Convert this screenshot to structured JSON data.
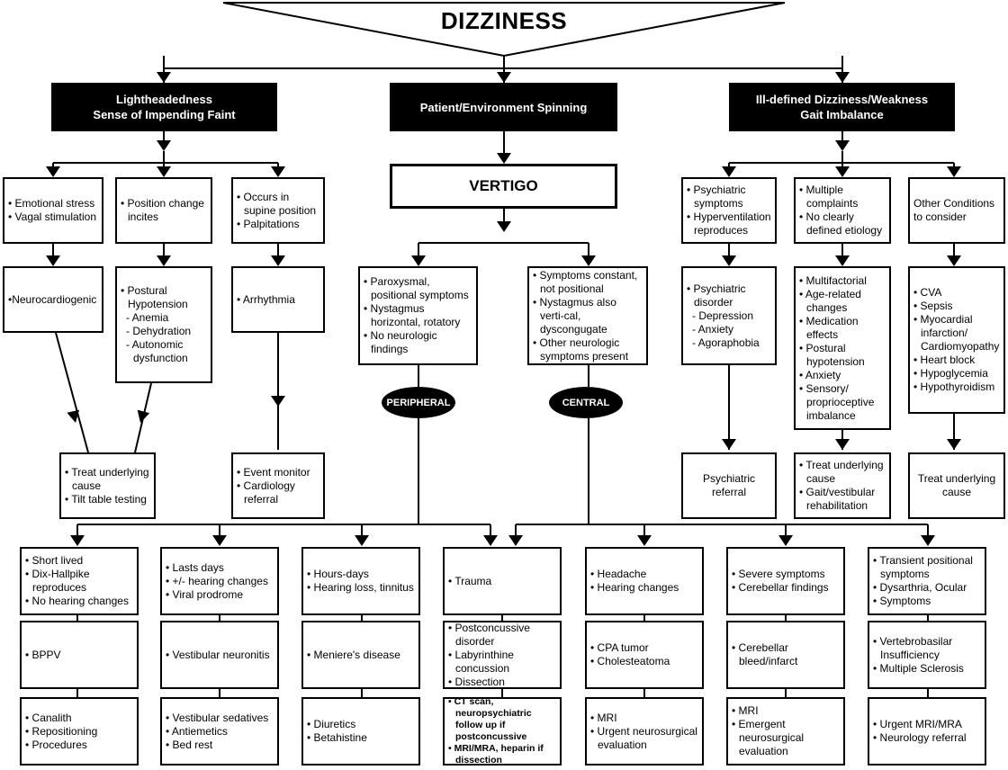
{
  "title": "DIZZINESS",
  "branches": {
    "lightheaded": "Lightheadedness\nSense of Impending Faint",
    "spinning": "Patient/Environment Spinning",
    "illdefined": "Ill-defined Dizziness/Weakness\nGait Imbalance"
  },
  "vertigo": "VERTIGO",
  "peripheral": "PERIPHERAL",
  "central": "CENTRAL",
  "boxes": {
    "b1": [
      "Emotional stress",
      "Vagal stimulation"
    ],
    "b2": [
      "Position change incites"
    ],
    "b3": [
      "Occurs in supine position",
      "Palpitations"
    ],
    "b4": [
      "•Neurocardiogenic"
    ],
    "b5": [
      "Postural Hypotension",
      "- Anemia",
      "- Dehydration",
      "- Autonomic dysfunction"
    ],
    "b6": [
      "Arrhythmia"
    ],
    "b7": [
      "Treat underlying cause",
      "Tilt table testing"
    ],
    "b8": [
      "Event monitor",
      "Cardiology referral"
    ],
    "p1": [
      "Paroxysmal, positional symptoms",
      "Nystagmus horizontal, rotatory",
      "No neurologic findings"
    ],
    "p2": [
      "Symptoms constant, not positional",
      "Nystagmus also verti-cal, dyscongugate",
      "Other neurologic symptoms present"
    ],
    "r1": [
      "Psychiatric symptoms",
      "Hyperventilation reproduces"
    ],
    "r2": [
      "Multiple complaints",
      "No clearly defined etiology"
    ],
    "r3": [
      "Other Conditions to consider"
    ],
    "r4": [
      "Psychiatric disorder",
      "- Depression",
      "- Anxiety",
      "- Agoraphobia"
    ],
    "r5": [
      "Multifactorial",
      "Age-related changes",
      "Medication effects",
      "Postural hypotension",
      "Anxiety",
      "Sensory/ proprioceptive imbalance"
    ],
    "r6": [
      "CVA",
      "Sepsis",
      "Myocardial infarction/ Cardiomyopathy",
      "Heart block",
      "Hypoglycemia",
      "Hypothyroidism"
    ],
    "r7": "Psychiatric referral",
    "r8": [
      "Treat underlying cause",
      "Gait/vestibular rehabilitation"
    ],
    "r9": "Treat underlying cause",
    "c1a": [
      "Short lived",
      "Dix-Hallpike reproduces",
      "No hearing changes"
    ],
    "c1b": [
      "BPPV"
    ],
    "c1c": [
      "Canalith",
      "Repositioning",
      "Procedures"
    ],
    "c2a": [
      "Lasts days",
      "+/- hearing changes",
      "Viral prodrome"
    ],
    "c2b": [
      "Vestibular neuronitis"
    ],
    "c2c": [
      "Vestibular sedatives",
      "Antiemetics",
      "Bed rest"
    ],
    "c3a": [
      "Hours-days",
      "Hearing loss, tinnitus"
    ],
    "c3b": [
      "Meniere's disease"
    ],
    "c3c": [
      "Diuretics",
      "Betahistine"
    ],
    "c4a": [
      "Trauma"
    ],
    "c4b": [
      "Postconcussive disorder",
      "Labyrinthine concussion",
      "Dissection"
    ],
    "c4c": [
      "CT scan, neuropsychiatric follow up if postconcussive",
      "MRI/MRA, heparin if dissection"
    ],
    "c5a": [
      "Headache",
      "Hearing changes"
    ],
    "c5b": [
      "CPA tumor",
      "Cholesteatoma"
    ],
    "c5c": [
      "MRI",
      "Urgent neurosurgical evaluation"
    ],
    "c6a": [
      "Severe symptoms",
      "Cerebellar findings"
    ],
    "c6b": [
      "Cerebellar bleed/infarct"
    ],
    "c6c": [
      "MRI",
      "Emergent neurosurgical evaluation"
    ],
    "c7a": [
      "Transient positional symptoms",
      "Dysarthria, Ocular",
      "Symptoms"
    ],
    "c7b": [
      "Vertebrobasilar Insufficiency",
      "Multiple Sclerosis"
    ],
    "c7c": [
      "Urgent MRI/MRA",
      "Neurology referral"
    ]
  }
}
